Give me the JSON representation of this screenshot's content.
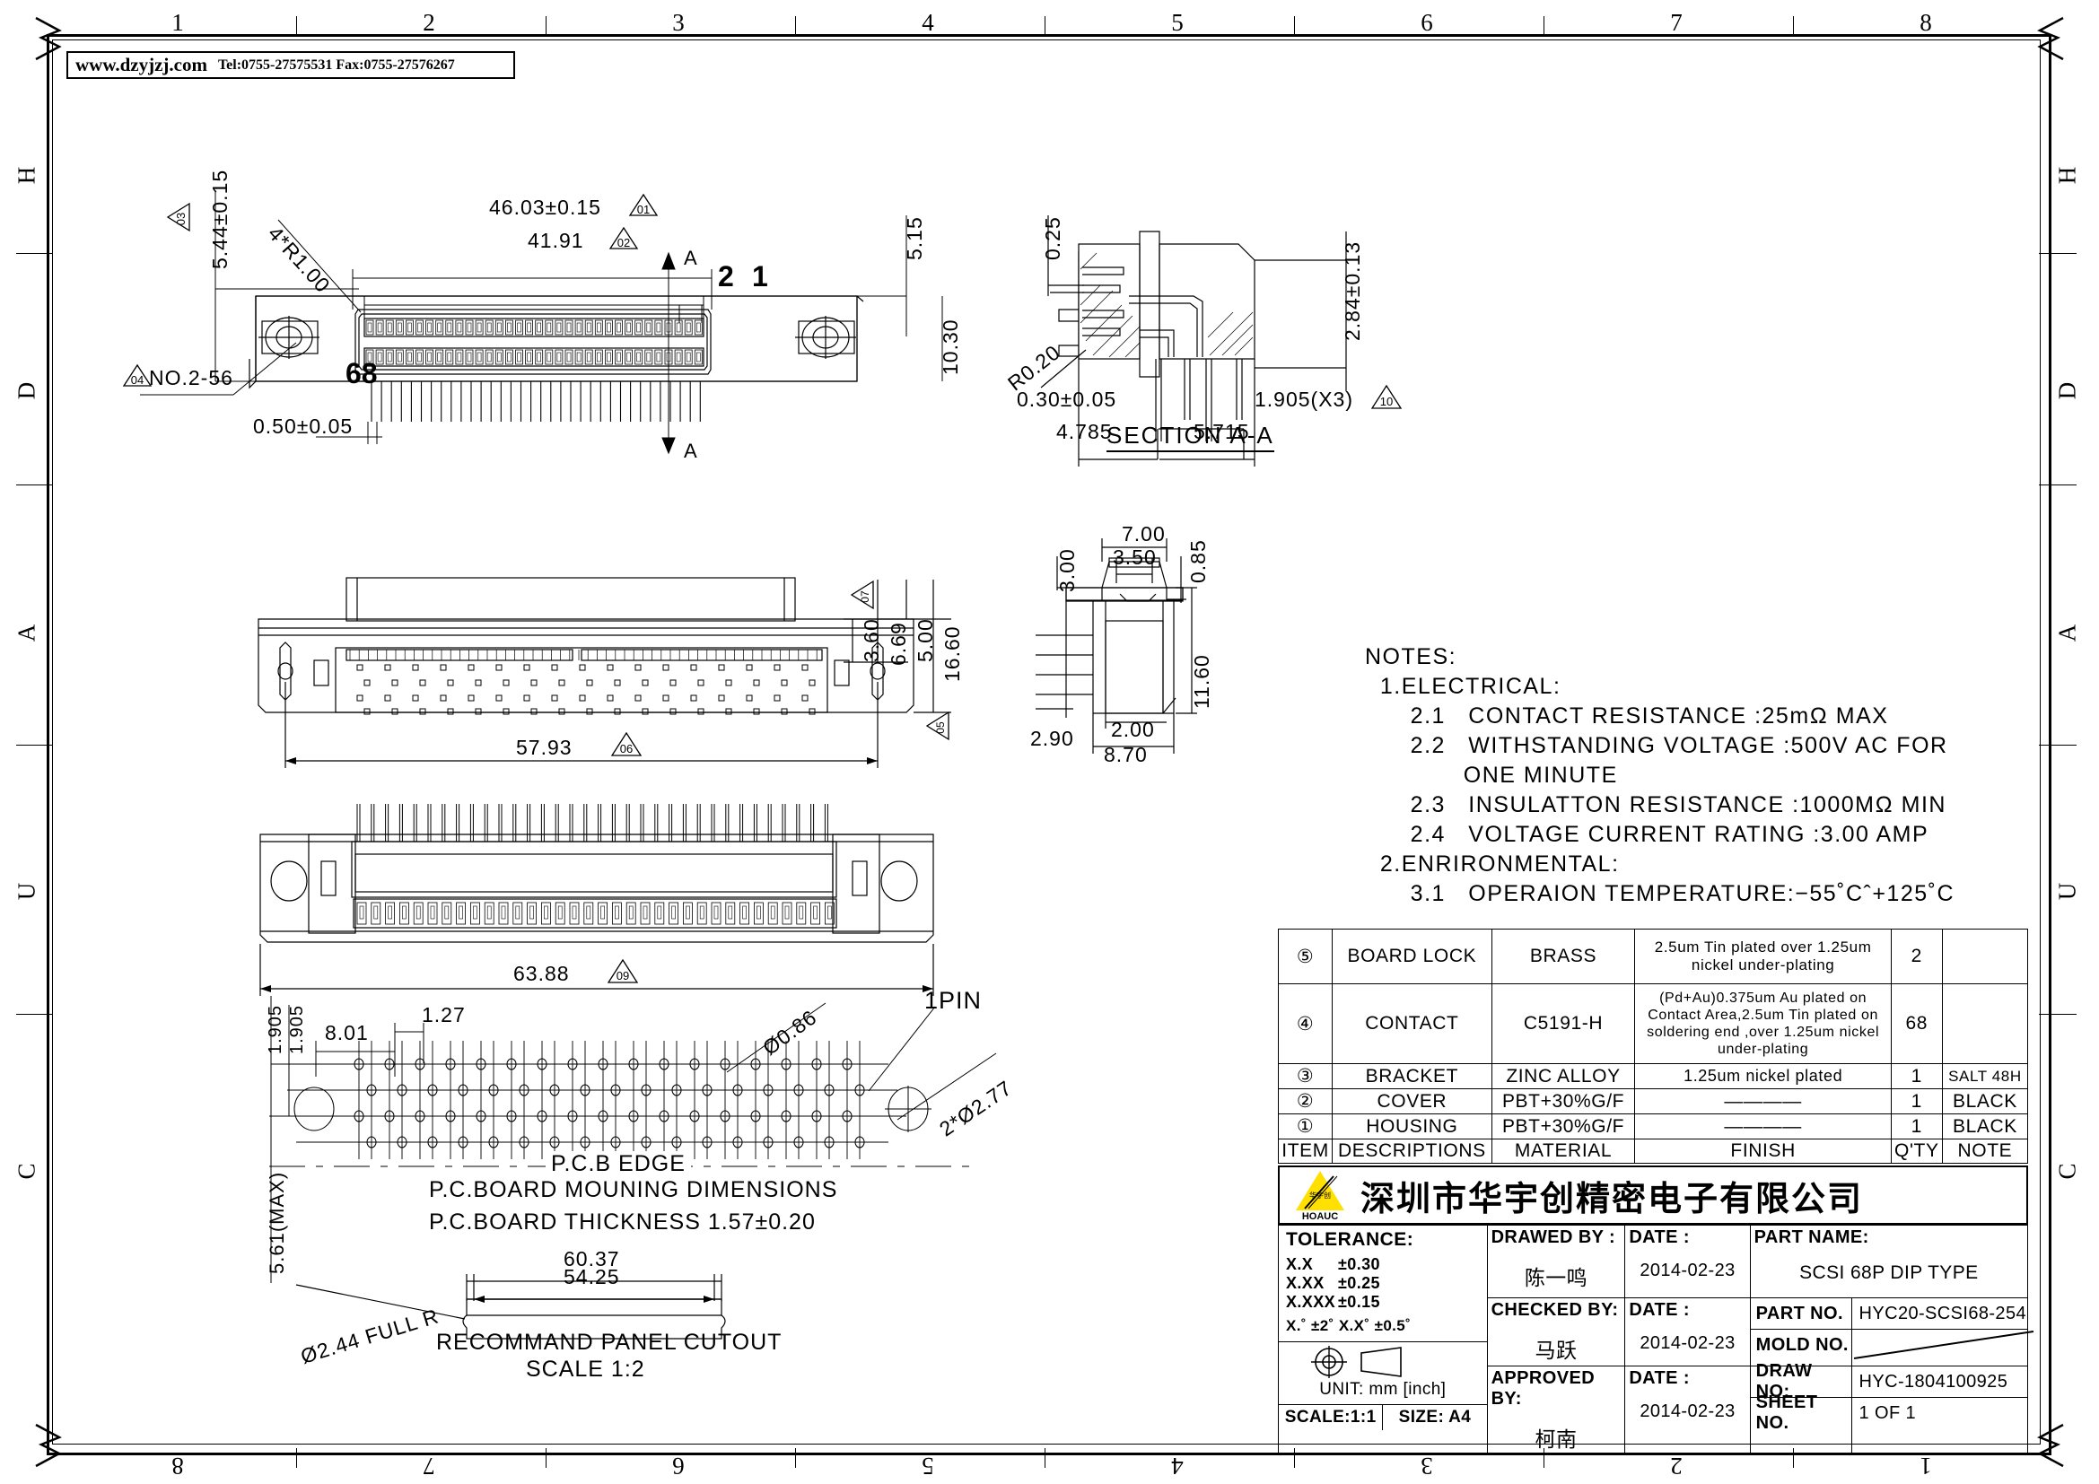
{
  "header": {
    "website": "www.dzyjzj.com",
    "contact": "Tel:0755-27575531  Fax:0755-27576267"
  },
  "border": {
    "columns_top": [
      "1",
      "2",
      "3",
      "4",
      "5",
      "6",
      "7",
      "8"
    ],
    "columns_bottom": [
      "8",
      "7",
      "6",
      "5",
      "4",
      "3",
      "2",
      "1"
    ],
    "rows_left": [
      "H",
      "D",
      "A",
      "U",
      "C"
    ],
    "rows_right": [
      "H",
      "D",
      "A",
      "U",
      "C"
    ]
  },
  "front_view": {
    "dim_overall_width": "46.03±0.15",
    "dim_contact_span": "41.91",
    "dim_height_left": "5.44±0.15",
    "dim_corner_radius": "4*R1.00",
    "dim_thread": "NO.2-56",
    "dim_pin_width": "0.50±0.05",
    "dim_top_right": "5.15",
    "dim_body_height": "10.30",
    "pin_first": "1",
    "pin_second": "2",
    "pin_last": "68",
    "section_mark": "A",
    "rev_overall": "01",
    "rev_contact": "02",
    "rev_height": "03",
    "rev_thread": "04"
  },
  "section_view": {
    "title": "SECTION A-A",
    "dim_gap": "0.25",
    "dim_radius": "R0.20",
    "dim_pin_thick": "0.30±0.05",
    "dim_left_offset": "4.785",
    "dim_right_offset": "5.715",
    "dim_pitch": "1.905(X3)",
    "dim_depth": "2.84±0.13",
    "rev_pitch": "10"
  },
  "top_view": {
    "dim_width": "57.93",
    "dim_a": "3.60",
    "dim_b": "6.69",
    "dim_c": "5.00",
    "dim_d": "16.60",
    "rev_a": "07",
    "rev_d": "05",
    "rev_width": "06"
  },
  "side_view": {
    "dim_top_width": "7.00",
    "dim_inner_width": "3.50",
    "dim_left_height": "3.00",
    "dim_step": "0.85",
    "dim_right_height": "11.60",
    "dim_lower": "2.00",
    "dim_base_width": "8.70",
    "dim_offset": "2.90"
  },
  "bottom_view": {
    "dim_overall": "63.88",
    "rev_overall": "09"
  },
  "pcb_view": {
    "dim_pitch_1": "1.905",
    "dim_pitch_2": "1.905",
    "dim_edge": "8.01",
    "dim_row": "1.27",
    "dim_hole": "Ø0.86",
    "dim_mount_hole": "2*Ø2.77",
    "label_1pin": "1PIN",
    "label_pcb_edge": "P.C.B EDGE",
    "note_line1": "P.C.BOARD MOUNING DIMENSIONS",
    "note_line2": "P.C.BOARD THICKNESS 1.57±0.20",
    "dim_max": "5.61(MAX)"
  },
  "panel_cutout": {
    "dim_outer": "60.37",
    "dim_inner": "54.25",
    "dim_radius": "Ø2.44  FULL R",
    "title_line1": "RECOMMAND PANEL CUTOUT",
    "title_line2": "SCALE 1:2"
  },
  "notes": {
    "text": "NOTES:\n  1.ELECTRICAL:\n      2.1   CONTACT RESISTANCE :25mΩ MAX\n      2.2   WITHSTANDING VOLTAGE :500V AC FOR\n             ONE MINUTE\n      2.3   INSULATTON RESISTANCE :1000MΩ MIN\n      2.4   VOLTAGE CURRENT RATING :3.00 AMP\n  2.ENRIRONMENTAL:\n      3.1   OPERAION TEMPERATURE:−55˚Cˆ+125˚C"
  },
  "material_table": {
    "header": {
      "item": "ITEM",
      "descriptions": "DESCRIPTIONS",
      "material": "MATERIAL",
      "finish": "FINISH",
      "qty": "Q'TY",
      "note": "NOTE"
    },
    "rows": [
      {
        "item": "⑤",
        "desc": "BOARD LOCK",
        "material": "BRASS",
        "finish": "2.5um Tin plated over 1.25um nickel under-plating",
        "qty": "2",
        "note": ""
      },
      {
        "item": "④",
        "desc": "CONTACT",
        "material": "C5191-H",
        "finish": "(Pd+Au)0.375um Au plated on Contact Area,2.5um Tin plated on soldering end ,over 1.25um nickel under-plating",
        "qty": "68",
        "note": ""
      },
      {
        "item": "③",
        "desc": "BRACKET",
        "material": "ZINC ALLOY",
        "finish": "1.25um nickel plated",
        "qty": "1",
        "note": "SALT 48H"
      },
      {
        "item": "②",
        "desc": "COVER",
        "material": "PBT+30%G/F",
        "finish": "————",
        "qty": "1",
        "note": "BLACK"
      },
      {
        "item": "①",
        "desc": "HOUSING",
        "material": "PBT+30%G/F",
        "finish": "————",
        "qty": "1",
        "note": "BLACK"
      }
    ]
  },
  "company": {
    "logo_text": "HOAUC",
    "logo_color": "#ffe000",
    "name": "深圳市华宇创精密电子有限公司"
  },
  "title_block": {
    "tolerance_label": "TOLERANCE:",
    "tolerance_rows": [
      {
        "key": "X.X",
        "val": "±0.30"
      },
      {
        "key": "X.XX",
        "val": "±0.25"
      },
      {
        "key": "X.XXX",
        "val": "±0.15"
      }
    ],
    "tolerance_angle": "X.˚ ±2˚      X.X˚ ±0.5˚",
    "unit": "UNIT: mm [inch]",
    "scale": "SCALE:1:1",
    "size": "SIZE: A4",
    "drawed_by_label": "DRAWED BY :",
    "drawed_by": "陈一鸣",
    "drawed_date_label": "DATE :",
    "drawed_date": "2014-02-23",
    "checked_by_label": "CHECKED BY:",
    "checked_by": "马跃",
    "checked_date_label": "DATE :",
    "checked_date": "2014-02-23",
    "approved_by_label": "APPROVED BY:",
    "approved_by": "柯南",
    "approved_date_label": "DATE :",
    "approved_date": "2014-02-23",
    "part_name_label": "PART NAME:",
    "part_name": "SCSI 68P DIP TYPE",
    "part_no_label": "PART NO.",
    "part_no": "HYC20-SCSI68-254",
    "mold_no_label": "MOLD NO.",
    "mold_no": "",
    "draw_no_label": "DRAW NO:",
    "draw_no": "HYC-1804100925",
    "sheet_no_label": "SHEET NO.",
    "sheet_no": "1 OF 1"
  }
}
